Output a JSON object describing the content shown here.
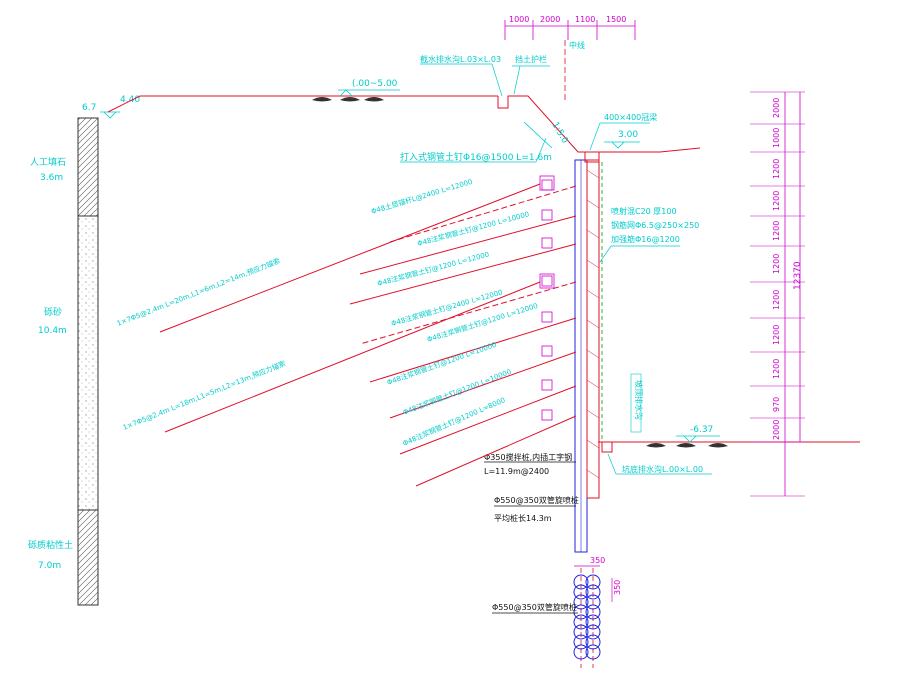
{
  "colors": {
    "cyan": "#00cccc",
    "red": "#e0102a",
    "magenta": "#d000d0",
    "blue": "#2020e0",
    "black": "#111111",
    "green": "#00a000",
    "gray": "#777777"
  },
  "top_dims": {
    "d1": "1000",
    "d2": "2000",
    "d3": "1100",
    "d4": "1500"
  },
  "top_axis_label": "中线",
  "labels": {
    "grade_left": "6.7",
    "grade_left2": "4.40",
    "ground_mid": "(.00~5.00",
    "drain_top": "截水排水沟L.03×L.03",
    "guard": "挡土护栏",
    "slope": "1:5.0",
    "cap_beam": "400×400冠梁",
    "grade_right": "3.00",
    "top_nail": "打入式钢管土钉Φ16@1500 L=1.6m",
    "facing1": "喷射混C20 厚100",
    "facing2": "钢筋网Φ6.5@250×250",
    "facing3": "加强筋Φ16@1200",
    "bottom_level": "-6.37",
    "bottom_drain": "坑底排水沟L.00×L.00",
    "pile1": "Φ350搅拌桩,内插工字钢",
    "pile2": "L=11.9m@2400",
    "jet1": "Φ550@350双管旋喷桩",
    "jet2": "平均桩长14.3m",
    "plan_jet": "Φ550@350双管旋喷桩",
    "plan_dim_top": "350",
    "plan_dim_side": "350",
    "berm_note": "坡顶排水沟"
  },
  "anchors": [
    {
      "text": "Φ48土层锚杆L@2400 L=12000"
    },
    {
      "text": "Φ48注浆钢管土钉@1200 L=10000"
    },
    {
      "text": "Φ48注浆钢管土钉@1200 L=12000"
    },
    {
      "text": "Φ48注浆钢管土钉@2400 L=12000"
    },
    {
      "text": "Φ48注浆钢管土钉@1200 L=12000"
    },
    {
      "text": "Φ48注浆钢管土钉@1200 L=10000"
    },
    {
      "text": "Φ48注浆钢管土钉@1200 L=10000"
    },
    {
      "text": "Φ48注浆钢管土钉@1200 L=8000"
    }
  ],
  "cables": [
    {
      "text": "1×7Φ5@2.4m L=20m,L1=6m,L2=14m,预应力锚索"
    },
    {
      "text": "1×7Φ5@2.4m L=18m,L1=5m,L2=13m,预应力锚索"
    }
  ],
  "right_dims": [
    "2000",
    "1000",
    "1200",
    "1200",
    "1200",
    "1200",
    "1200",
    "1200",
    "1200",
    "970",
    "2000"
  ],
  "right_total": "12370",
  "soil_layers": [
    {
      "name": "人工填石",
      "thick": "3.6m"
    },
    {
      "name": "砾砂",
      "thick": "10.4m"
    },
    {
      "name": "砾质粘性土",
      "thick": "7.0m"
    }
  ]
}
